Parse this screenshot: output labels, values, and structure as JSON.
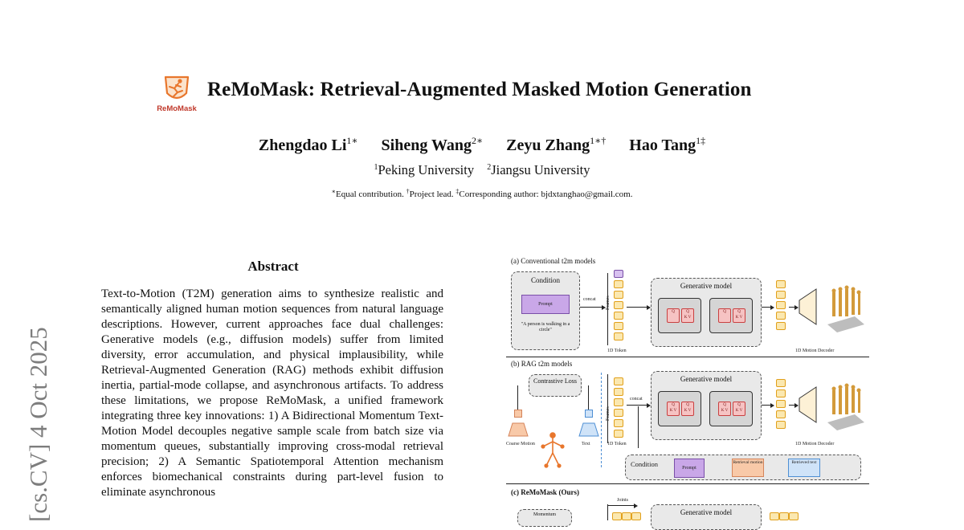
{
  "header": {
    "logo_text": "ReMoMask",
    "title": "ReMoMask: Retrieval-Augmented Masked Motion Generation"
  },
  "authors": [
    {
      "name": "Zhengdao Li",
      "marks": "1∗"
    },
    {
      "name": "Siheng Wang",
      "marks": "2∗"
    },
    {
      "name": "Zeyu Zhang",
      "marks": "1∗†"
    },
    {
      "name": "Hao Tang",
      "marks": "1‡"
    }
  ],
  "affiliations": [
    {
      "mark": "1",
      "name": "Peking University"
    },
    {
      "mark": "2",
      "name": "Jiangsu University"
    }
  ],
  "footnote": {
    "equal": "Equal contribution.",
    "lead": "Project lead.",
    "corresponding": "Corresponding author: bjdxtanghao@gmail.com."
  },
  "arxiv_stamp": "[cs.CV]  4 Oct 2025",
  "abstract": {
    "heading": "Abstract",
    "body": "Text-to-Motion (T2M) generation aims to synthesize realistic and semantically aligned human motion sequences from natural language descriptions. However, current approaches face dual challenges: Generative models (e.g., diffusion models) suffer from limited diversity, error accumulation, and physical implausibility, while Retrieval-Augmented Generation (RAG) methods exhibit diffusion inertia, partial-mode collapse, and asynchronous artifacts. To address these limitations, we propose ReMoMask, a unified framework integrating three key innovations: 1) A Bidirectional Momentum Text-Motion Model decouples negative sample scale from batch size via momentum queues, substantially improving cross-modal retrieval precision; 2) A Semantic Spatiotemporal Attention mechanism enforces biomechanical constraints during part-level fusion to eliminate asynchronous"
  },
  "figure": {
    "panel_a": {
      "label": "(a) Conventional t2m models",
      "condition": "Condition",
      "prompt": "Prompt",
      "example_text": "\"A person is walking in a circle\"",
      "concat": "concat",
      "frames": "Frames",
      "id_token": "1D Token",
      "generative_model": "Generative model",
      "decoder": "1D Motion Decoder"
    },
    "panel_b": {
      "label": "(b) RAG t2m models",
      "contrastive_loss": "Contrastive Loss",
      "coarse_motion": "Coarse Motion",
      "text": "Text",
      "concat": "concat",
      "frames": "Frames",
      "id_token": "1D Token",
      "generative_model": "Generative model",
      "decoder": "1D Motion Decoder",
      "condition": "Condition",
      "prompt": "Prompt",
      "retrieved_motion": "Retrieval motion",
      "retrieved_text": "Retrieved text"
    },
    "panel_c": {
      "label": "(c) ReMoMask (Ours)",
      "momentum": "Momentum",
      "joints": "Joints",
      "generative_model": "Generative model"
    },
    "attention_labels": {
      "q": "Q",
      "kv": "K V"
    }
  }
}
